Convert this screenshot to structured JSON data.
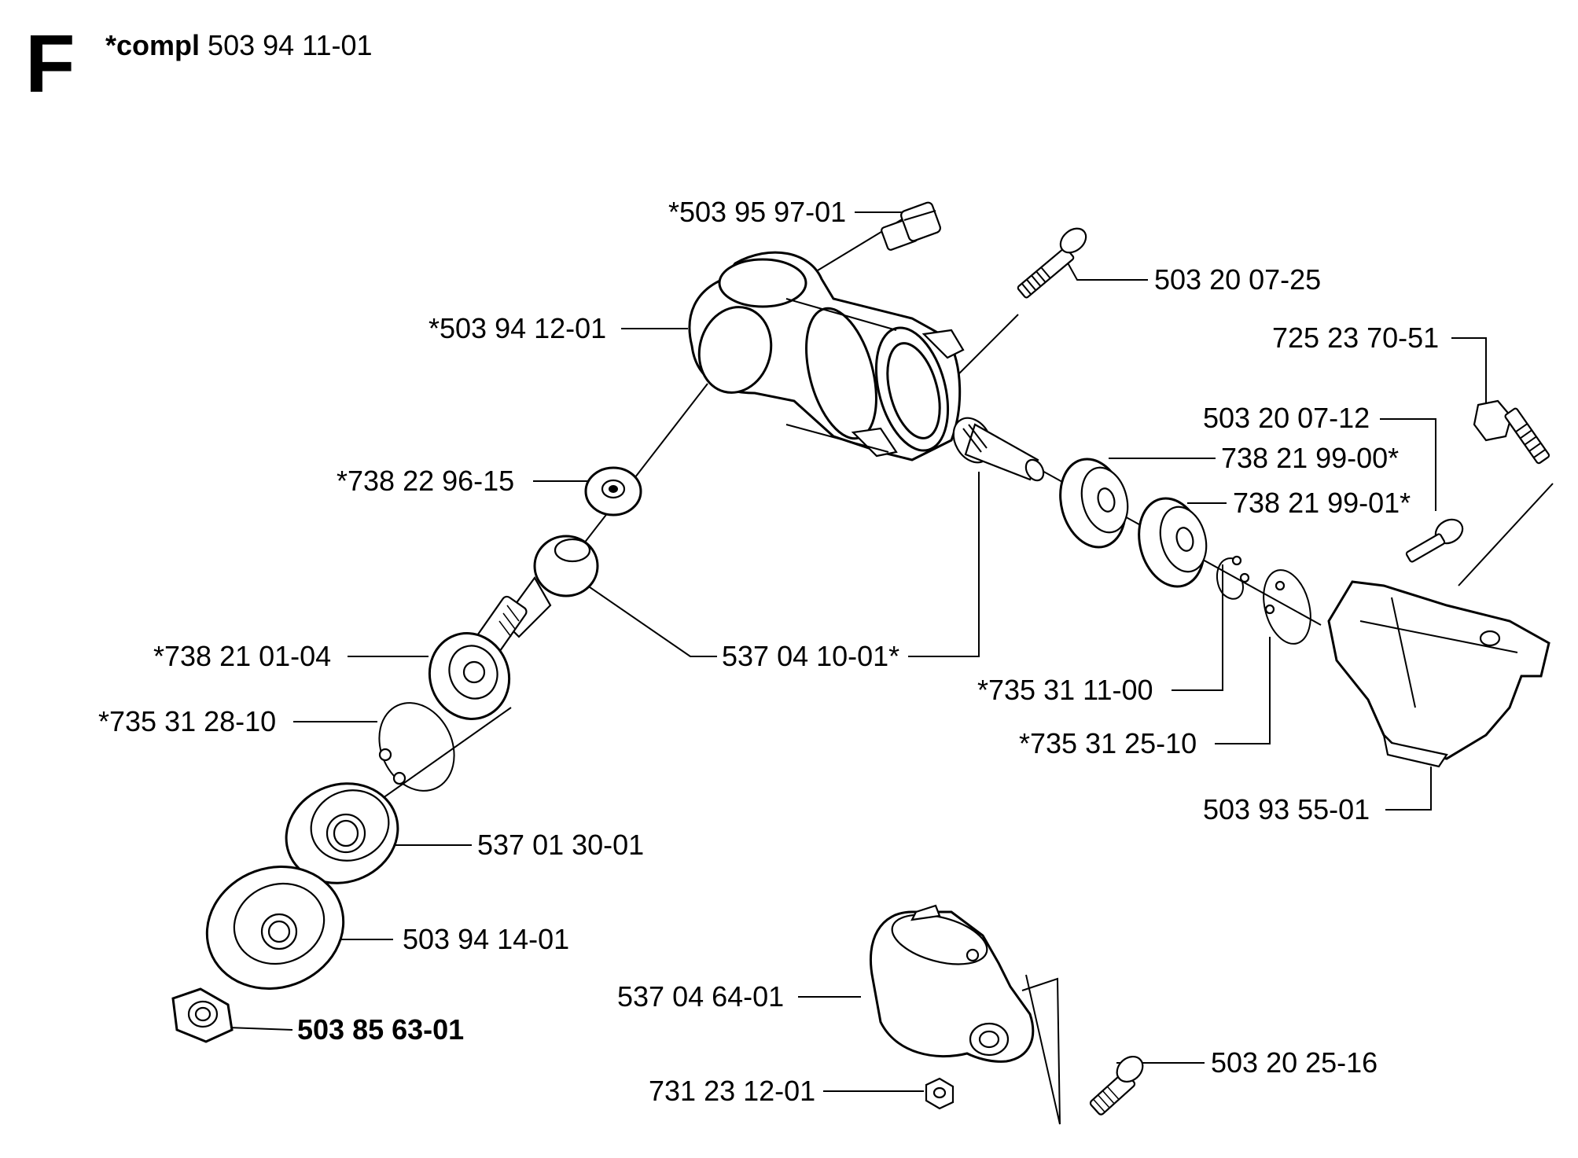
{
  "header": {
    "section_letter": "F",
    "assembly_prefix": "*compl",
    "assembly_number": "503 94 11-01"
  },
  "parts": {
    "bolt_top": "*503 95 97-01",
    "gear_housing": "*503 94 12-01",
    "screw_top": "503 20 07-25",
    "bolt_right": "725 23 70-51",
    "screw_guard": "503 20 07-12",
    "bearing_a": "738 21 99-00*",
    "bearing_b": "738 21 99-01*",
    "bearing_small": "*738 22 96-15",
    "bevel_gear": "537 04 10-01*",
    "bearing_lower": "*738 21 01-04",
    "circlip_lower": "*735 31 28-10",
    "circlip_small": "*735 31 11-00",
    "circlip_mid": "*735 31 25-10",
    "guard": "503 93 55-01",
    "support_cup": "537 01 30-01",
    "drive_disc": "503 94 14-01",
    "nut": "503 85 63-01",
    "clamp": "537 04 64-01",
    "clamp_nut": "731 23 12-01",
    "clamp_screw": "503 20 25-16"
  }
}
